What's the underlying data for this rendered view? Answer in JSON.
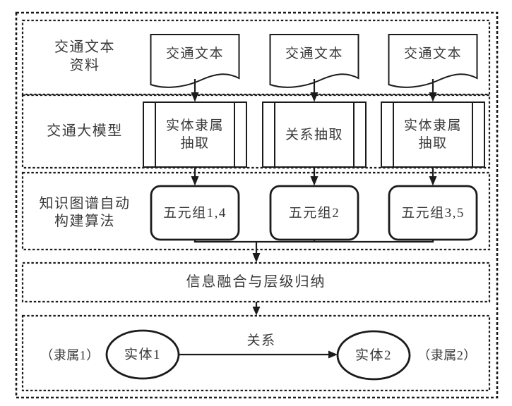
{
  "figure": {
    "row1": {
      "label": [
        "交通文本",
        "资料"
      ],
      "doc1": "交通文本",
      "doc2": "交通文本",
      "doc3": "交通文本"
    },
    "row2": {
      "label": "交通大模型",
      "box1": [
        "实体隶属",
        "抽取"
      ],
      "box2": [
        "关系抽取",
        ""
      ],
      "box3": [
        "实体隶属",
        "抽取"
      ]
    },
    "row3": {
      "label": [
        "知识图谱自动",
        "构建算法"
      ],
      "box1": "五元组1,4",
      "box2": "五元组2",
      "box3": "五元组3,5"
    },
    "row4": {
      "label": "信息融合与层级归纳"
    },
    "row5": {
      "left_tag": "（隶属1）",
      "entity1": "实体1",
      "relation": "关系",
      "entity2": "实体2",
      "right_tag": "（隶属2）"
    },
    "colors": {
      "stroke": "#1b1b1b",
      "text": "#3a3a3a",
      "background": "#ffffff"
    }
  }
}
